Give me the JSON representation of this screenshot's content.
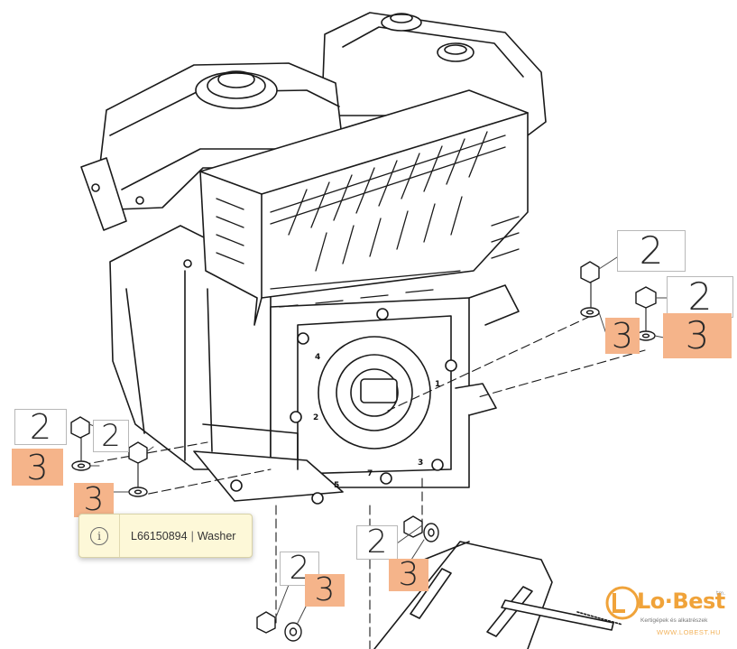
{
  "callouts": [
    {
      "id": "c2-a",
      "label": "2",
      "type": "nut",
      "highlighted": false
    },
    {
      "id": "c2-b",
      "label": "2",
      "type": "nut",
      "highlighted": false
    },
    {
      "id": "c2-c",
      "label": "2",
      "type": "nut",
      "highlighted": false
    },
    {
      "id": "c2-d",
      "label": "2",
      "type": "nut",
      "highlighted": false
    },
    {
      "id": "c2-e",
      "label": "2",
      "type": "nut",
      "highlighted": false
    },
    {
      "id": "c2-f",
      "label": "2",
      "type": "nut",
      "highlighted": false
    },
    {
      "id": "c3-a",
      "label": "3",
      "type": "washer",
      "highlighted": true
    },
    {
      "id": "c3-b",
      "label": "3",
      "type": "washer",
      "highlighted": true
    },
    {
      "id": "c3-c",
      "label": "3",
      "type": "washer",
      "highlighted": true
    },
    {
      "id": "c3-d",
      "label": "3",
      "type": "washer",
      "highlighted": true
    },
    {
      "id": "c3-e",
      "label": "3",
      "type": "washer",
      "highlighted": true
    },
    {
      "id": "c3-f",
      "label": "3",
      "type": "washer",
      "highlighted": true
    }
  ],
  "engine_numbers": [
    "4",
    "1",
    "2",
    "5",
    "7",
    "3"
  ],
  "tooltip": {
    "icon": "info-icon",
    "part_number": "L66150894",
    "separator": "|",
    "part_name": "Washer"
  },
  "logo": {
    "name": "Lo·Best",
    "tm": "tm.",
    "tagline": "Kertigépek és alkatrészek",
    "website": "WWW.LOBEST.HU"
  },
  "colors": {
    "highlight": "#f5b48a",
    "line": "#1a1a1a",
    "tooltip_bg": "#fdf8d8",
    "brand": "#f0a33a"
  }
}
